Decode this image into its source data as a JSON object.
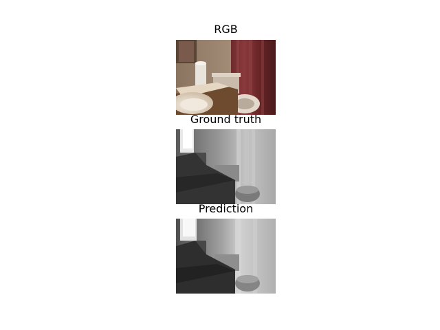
{
  "figure": {
    "panels": [
      {
        "title": "RGB"
      },
      {
        "title": "Ground truth"
      },
      {
        "title": "Prediction"
      }
    ]
  }
}
